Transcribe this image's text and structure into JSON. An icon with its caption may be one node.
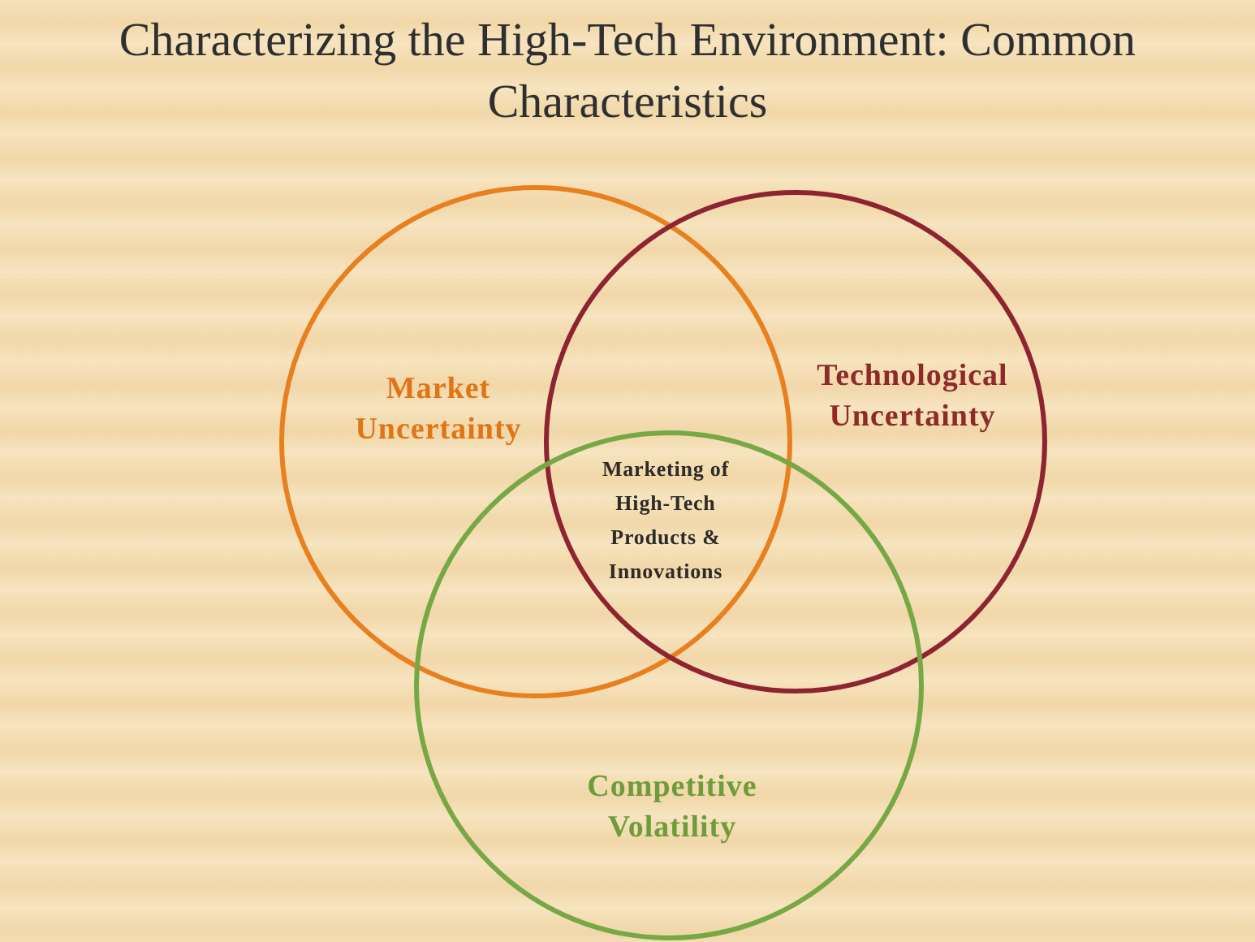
{
  "diagram": {
    "title": "Characterizing the High-Tech Environment: Common Characteristics",
    "nodes": [
      {
        "text": [
          "Market Uncertainty"
        ]
      },
      {
        "text": [
          "Technological Uncertainty"
        ]
      },
      {
        "text": [
          "Competitive Volatility"
        ]
      }
    ],
    "labels": [
      "Marketing of High-Tech Products & Innovations"
    ]
  }
}
